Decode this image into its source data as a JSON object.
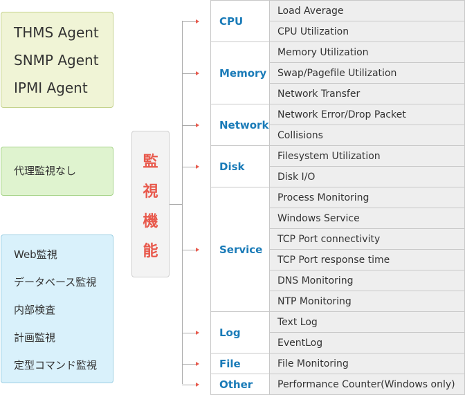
{
  "agents": [
    "THMS Agent",
    "SNMP Agent",
    "IPMI Agent"
  ],
  "proxy": "代理監視なし",
  "web_items": [
    "Web監視",
    "データベース監視",
    "内部検査",
    "計画監視",
    "定型コマンド監視"
  ],
  "center_title": [
    "監",
    "視",
    "機",
    "能"
  ],
  "categories": [
    {
      "name": "CPU",
      "items": [
        "Load Average",
        "CPU Utilization"
      ]
    },
    {
      "name": "Memory",
      "items": [
        "Memory Utilization",
        "Swap/Pagefile Utilization",
        "Network Transfer"
      ]
    },
    {
      "name": "Network",
      "items": [
        "Network Error/Drop Packet",
        "Collisions"
      ]
    },
    {
      "name": "Disk",
      "items": [
        "Filesystem Utilization",
        "Disk I/O"
      ]
    },
    {
      "name": "Service",
      "items": [
        "Process Monitoring",
        "Windows Service",
        "TCP Port connectivity",
        "TCP Port response time",
        "DNS Monitoring",
        "NTP Monitoring"
      ]
    },
    {
      "name": "Log",
      "items": [
        "Text Log",
        "EventLog"
      ]
    },
    {
      "name": "File",
      "items": [
        "File Monitoring"
      ]
    },
    {
      "name": "Other",
      "items": [
        "Performance Counter(Windows only)"
      ]
    }
  ],
  "colors": {
    "accent_red": "#e8594c",
    "category_blue": "#1a7bb8"
  }
}
